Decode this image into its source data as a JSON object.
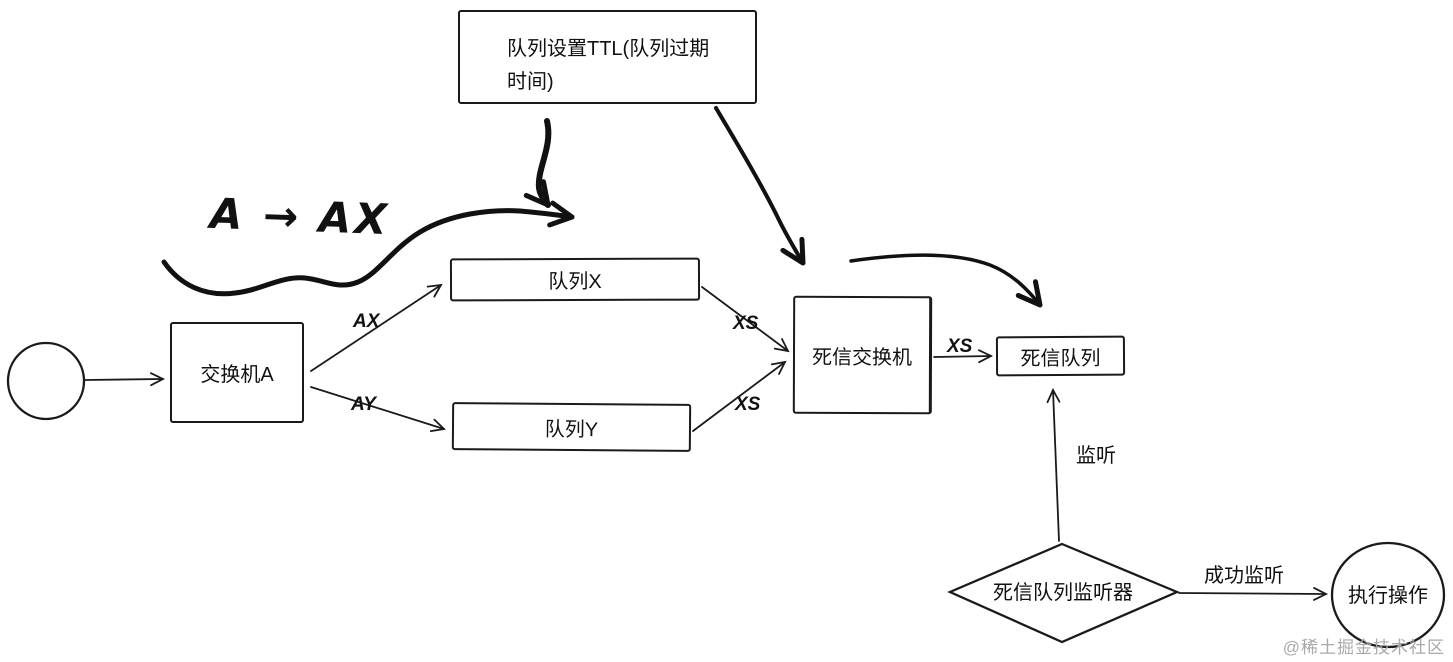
{
  "diagram": {
    "nodes": {
      "ttl_note": {
        "label": "队列设置TTL(队列过期时间)"
      },
      "exchange_a": {
        "label": "交换机A"
      },
      "queue_x": {
        "label": "队列X"
      },
      "queue_y": {
        "label": "队列Y"
      },
      "dead_letter_exchange": {
        "label": "死信交换机"
      },
      "dead_letter_queue": {
        "label": "死信队列"
      },
      "listener_diamond": {
        "label": "死信队列监听器"
      },
      "action_circle": {
        "label": "执行操作"
      }
    },
    "edge_labels": {
      "ax": "AX",
      "ay": "AY",
      "xs_queue_x": "XS",
      "xs_queue_y": "XS",
      "xs_dlx": "XS",
      "listen": "监听",
      "success_listen": "成功监听"
    },
    "annotations": {
      "handwritten": "A → AX"
    }
  },
  "watermark": "@稀土掘金技术社区",
  "colors": {
    "ink": "#111111",
    "background": "#ffffff",
    "watermark": "#a9a9a9"
  }
}
